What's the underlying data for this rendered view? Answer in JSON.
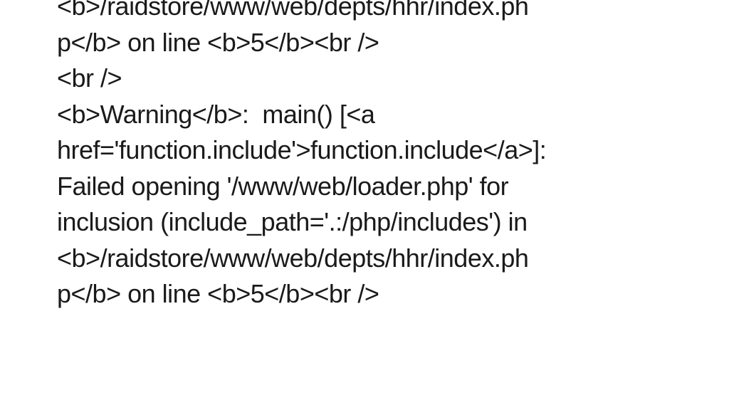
{
  "slide": {
    "lines": [
      "<b>/raidstore/www/web/depts/hhr/index.ph",
      "p</b> on line <b>5</b><br />",
      "<br />",
      "<b>Warning</b>:  main() [<a",
      "href='function.include'>function.include</a>]:",
      "Failed opening '/www/web/loader.php' for",
      "inclusion (include_path='.:/php/includes') in",
      "<b>/raidstore/www/web/depts/hhr/index.ph",
      "p</b> on line <b>5</b><br />"
    ]
  }
}
